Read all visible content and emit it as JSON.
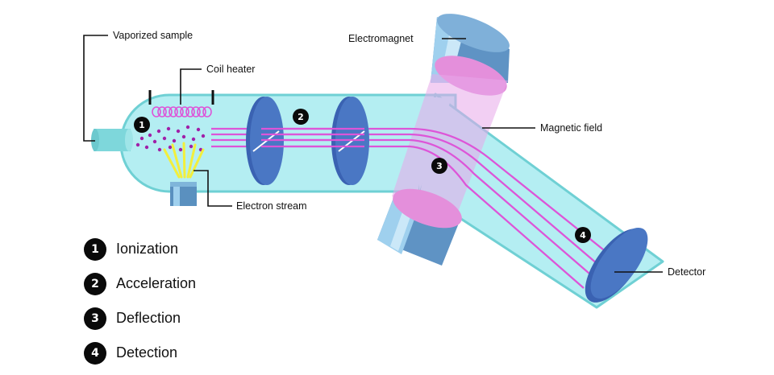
{
  "callouts": {
    "vaporized_sample": "Vaporized sample",
    "coil_heater": "Coil heater",
    "electron_stream": "Electron stream",
    "electromagnet": "Electromagnet",
    "magnetic_field": "Magnetic field",
    "detector": "Detector"
  },
  "steps": [
    {
      "number": "1",
      "label": "Ionization"
    },
    {
      "number": "2",
      "label": "Acceleration"
    },
    {
      "number": "3",
      "label": "Deflection"
    },
    {
      "number": "4",
      "label": "Detection"
    }
  ],
  "colors": {
    "tube_fill": "#b4eef2",
    "tube_outline": "#6fd0d4",
    "plate": "#4a77c4",
    "beam": "#dd55d8",
    "magnet": "#84b6d8",
    "field": "#e7a8e9",
    "ions": "#a020a8",
    "electrons": "#f2ef3c",
    "badge": "#0a0a0a"
  }
}
